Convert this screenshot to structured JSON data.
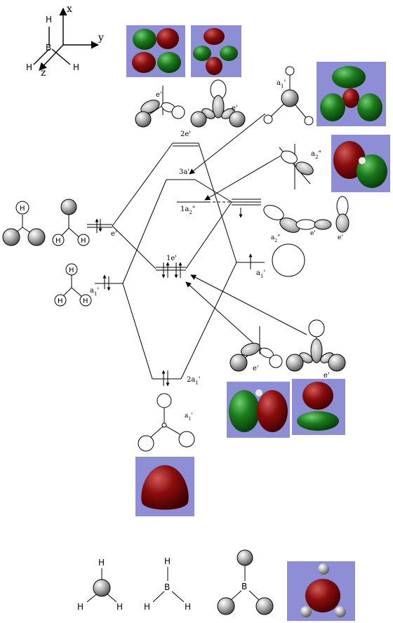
{
  "colors": {
    "panel": "#8e8ed6",
    "lobe_red": "#8a0e0e",
    "lobe_red_hi": "#c94a4a",
    "lobe_green": "#1c7a1c",
    "lobe_green_hi": "#5cc25c",
    "atom_gray": "#9a9a9a",
    "line": "#000000"
  },
  "axes": {
    "x": "x",
    "y": "y",
    "z": "z",
    "B": "B",
    "H_top": "H",
    "H_left": "H",
    "H_right": "H"
  },
  "levels": {
    "e2": "2e'",
    "a3": "3a'",
    "a2": "1a",
    "a2_sub": "2",
    "a2_sup": "\"",
    "e1": "1e'",
    "a1": "2a",
    "a1_sub": "1",
    "a1_sup": "'"
  },
  "fragments": {
    "h3_e": "e'",
    "h3_a1": "a",
    "h3_a1_sub": "1",
    "h3_a1_sup": "'",
    "b_a1_top": "a",
    "b_a1_top_sub": "1",
    "b_a1_top_sup": "'",
    "b_a2": "a",
    "b_a2_sub": "2",
    "b_a2_sup": "\"",
    "b_e_left": "e'",
    "b_e_right": "e'",
    "b_a1_right": "a",
    "b_a1_right_sub": "1",
    "b_a1_right_sup": "'",
    "upper_e": "e'",
    "lower_e_left": "e'",
    "lower_e_right": "e'",
    "bottom_a1": "a",
    "bottom_a1_sub": "1",
    "bottom_a1_sup": "'"
  },
  "atoms": {
    "H": "H",
    "B": "B"
  },
  "molecules": {
    "m1_top": "H",
    "m1_left": "H",
    "m1_right": "H",
    "m2_top": "H",
    "m2_center": "B",
    "m2_left": "H",
    "m2_right": "H",
    "m3_center": "B"
  }
}
